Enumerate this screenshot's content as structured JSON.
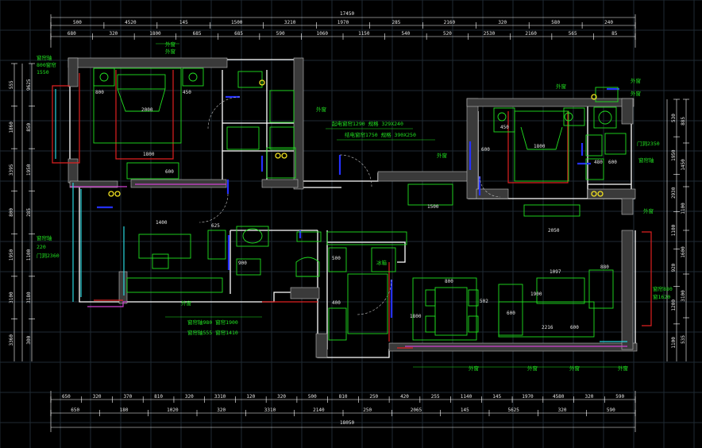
{
  "drawing": {
    "total_top": "17450",
    "total_bottom": "18050",
    "top_row1": [
      "500",
      "4520",
      "145",
      "1500",
      "3210",
      "1970",
      "285",
      "2160",
      "320",
      "580",
      "240"
    ],
    "top_row2": [
      "680",
      "320",
      "1800",
      "685",
      "685",
      "590",
      "1060",
      "1150",
      "540",
      "520",
      "2530",
      "2160",
      "565",
      "85"
    ],
    "bottom_row1": [
      "650",
      "320",
      "370",
      "810",
      "320",
      "3310",
      "120",
      "320",
      "500",
      "810",
      "250",
      "420",
      "255",
      "1140",
      "145",
      "1970",
      "4580",
      "320",
      "590"
    ],
    "bottom_row2": [
      "650",
      "180",
      "1020",
      "320",
      "3310",
      "2140",
      "250",
      "2065",
      "145",
      "5625",
      "320",
      "590"
    ],
    "left_dims": [
      "555",
      "1860",
      "3395",
      "800",
      "1950",
      "3100",
      "3360",
      "9625",
      "850",
      "1950",
      "285",
      "1100",
      "3180",
      "300"
    ],
    "right_dims": [
      "530",
      "1950",
      "2930",
      "1100",
      "920",
      "1200",
      "1100",
      "885",
      "1450",
      "1100",
      "1600",
      "3100",
      "535"
    ],
    "furniture_dims": [
      "800",
      "2000",
      "1800",
      "600",
      "450",
      "1400",
      "625",
      "900",
      "400",
      "600",
      "1800",
      "480",
      "600",
      "450",
      "1500",
      "2050",
      "800",
      "1097",
      "1900",
      "880",
      "2216",
      "1800",
      "600",
      "500",
      "502",
      "600"
    ]
  },
  "notes": {
    "exterior": "外窗",
    "window_sill_1": "窗帘轴",
    "window_sill_2": "800窗帘",
    "window_sill_3": "1550",
    "living_curtain": "窗帘轴",
    "living_curtain_2": "220",
    "door_height": "门洞2360",
    "bay_1": "窗帘轴980 窗帘1900",
    "bay_2": "窗帘轴555 窗帘1410",
    "ac_1": "起电窗帘1290 规格 329X240",
    "ac_2": "结电窗帘1750 规格 390X250",
    "right_door": "门洞2350",
    "right_sill": "窗帘轴",
    "right_bay": "窗帘880",
    "right_bay_2": "窗1620",
    "fridge": "冰箱"
  }
}
